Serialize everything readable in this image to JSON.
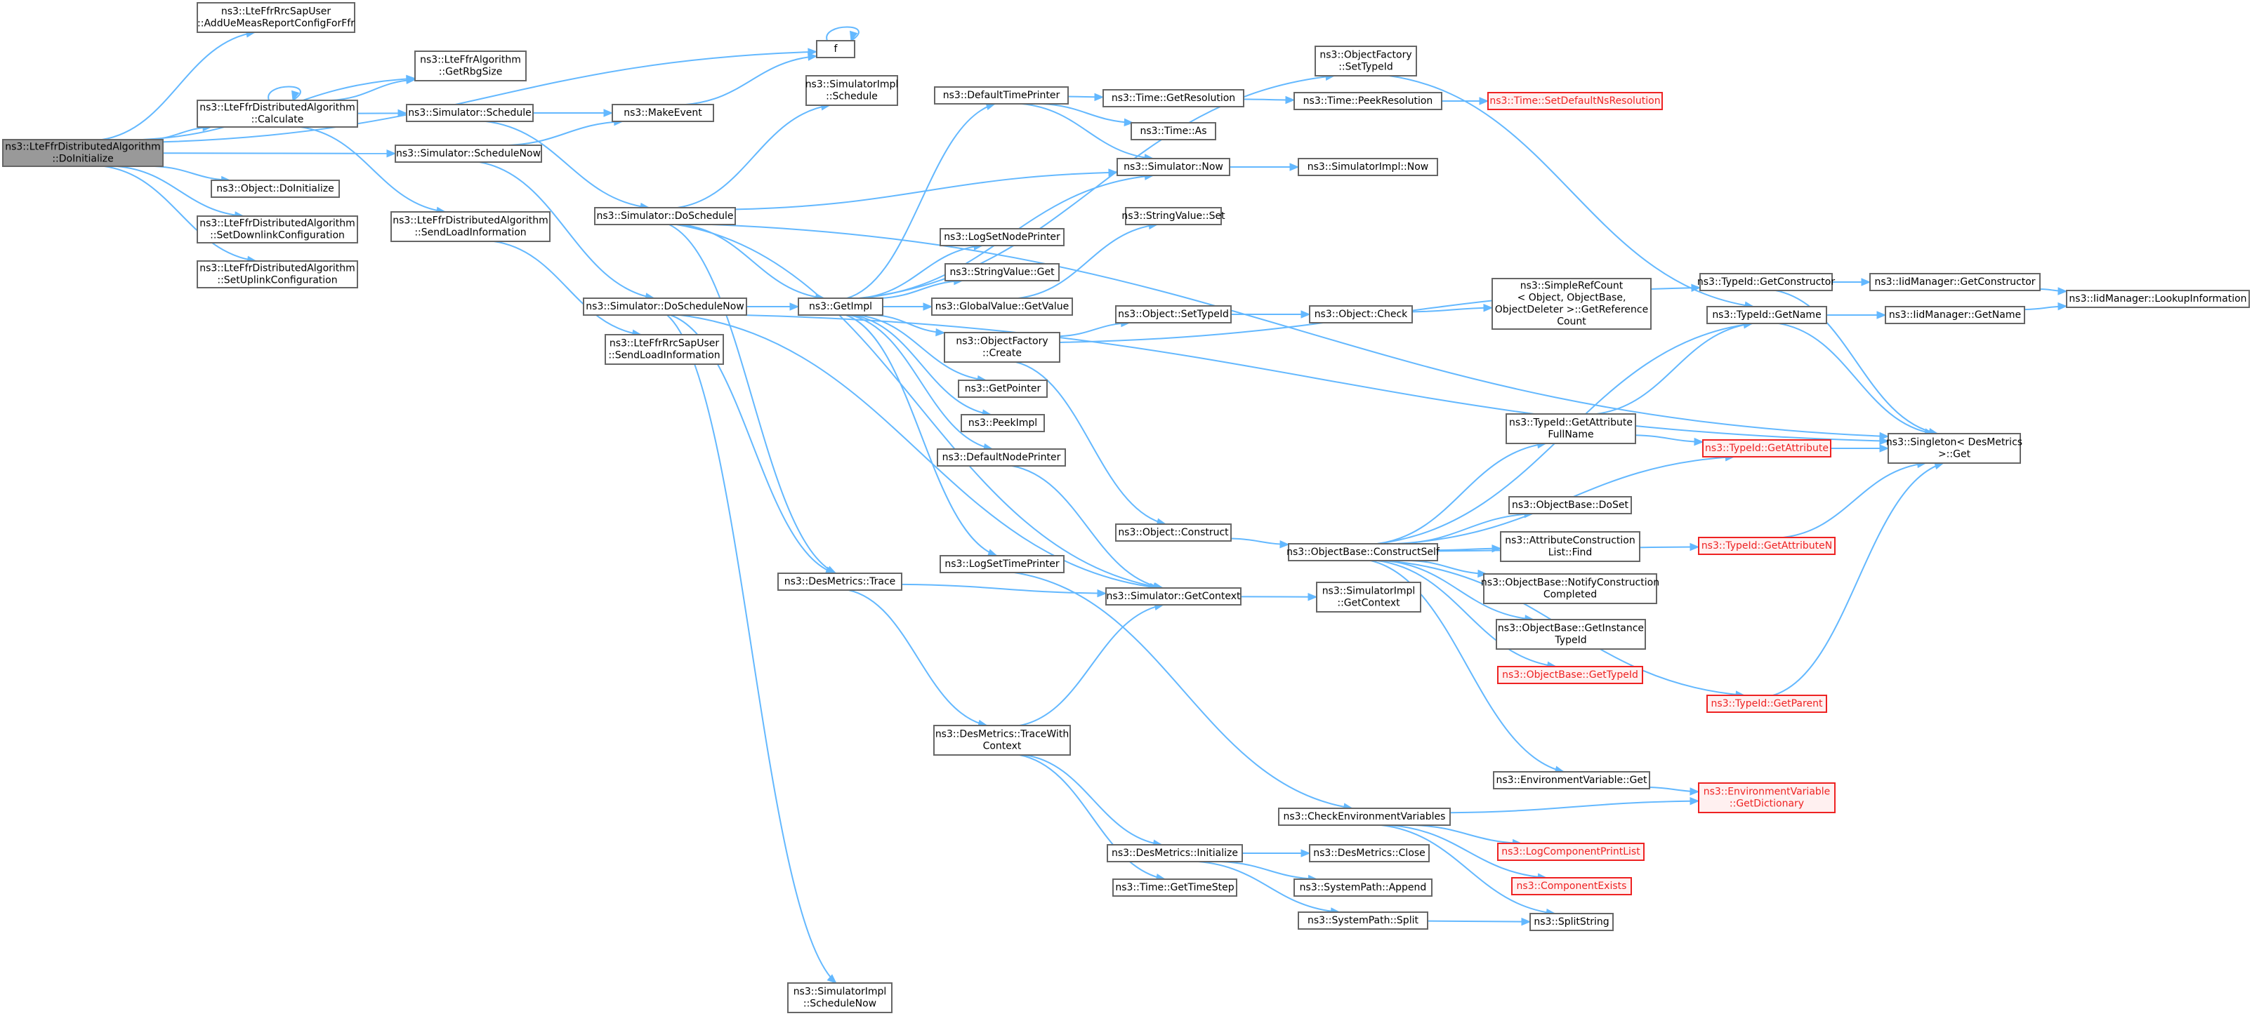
{
  "nodes": [
    {
      "id": "root",
      "lines": [
        "ns3::LteFfrDistributedAlgorithm",
        "::DoInitialize"
      ],
      "style": "root"
    },
    {
      "id": "addue",
      "lines": [
        "ns3::LteFfrRrcSapUser",
        "::AddUeMeasReportConfigForFfr"
      ]
    },
    {
      "id": "getrbg",
      "lines": [
        "ns3::LteFfrAlgorithm",
        "::GetRbgSize"
      ]
    },
    {
      "id": "calc",
      "lines": [
        "ns3::LteFfrDistributedAlgorithm",
        "::Calculate"
      ]
    },
    {
      "id": "schedulenow",
      "lines": [
        "ns3::Simulator::ScheduleNow"
      ]
    },
    {
      "id": "objdoinit",
      "lines": [
        "ns3::Object::DoInitialize"
      ]
    },
    {
      "id": "setdl",
      "lines": [
        "ns3::LteFfrDistributedAlgorithm",
        "::SetDownlinkConfiguration"
      ]
    },
    {
      "id": "setul",
      "lines": [
        "ns3::LteFfrDistributedAlgorithm",
        "::SetUplinkConfiguration"
      ]
    },
    {
      "id": "schedule",
      "lines": [
        "ns3::Simulator::Schedule"
      ]
    },
    {
      "id": "sendload",
      "lines": [
        "ns3::LteFfrDistributedAlgorithm",
        "::SendLoadInformation"
      ]
    },
    {
      "id": "doschedulenow",
      "lines": [
        "ns3::Simulator::DoScheduleNow"
      ]
    },
    {
      "id": "sapsendload",
      "lines": [
        "ns3::LteFfrRrcSapUser",
        "::SendLoadInformation"
      ]
    },
    {
      "id": "f",
      "lines": [
        "f"
      ]
    },
    {
      "id": "makeevent",
      "lines": [
        "ns3::MakeEvent"
      ]
    },
    {
      "id": "implschedule",
      "lines": [
        "ns3::SimulatorImpl",
        "::Schedule"
      ]
    },
    {
      "id": "doschedule",
      "lines": [
        "ns3::Simulator::DoSchedule"
      ]
    },
    {
      "id": "getimpl",
      "lines": [
        "ns3::GetImpl"
      ]
    },
    {
      "id": "destrace",
      "lines": [
        "ns3::DesMetrics::Trace"
      ]
    },
    {
      "id": "implschedulenow",
      "lines": [
        "ns3::SimulatorImpl",
        "::ScheduleNow"
      ]
    },
    {
      "id": "deftimeprinter",
      "lines": [
        "ns3::DefaultTimePrinter"
      ]
    },
    {
      "id": "logsetnode",
      "lines": [
        "ns3::LogSetNodePrinter"
      ]
    },
    {
      "id": "strvalget",
      "lines": [
        "ns3::StringValue::Get"
      ]
    },
    {
      "id": "globalget",
      "lines": [
        "ns3::GlobalValue::GetValue"
      ]
    },
    {
      "id": "objfactcreate",
      "lines": [
        "ns3::ObjectFactory",
        "::Create"
      ]
    },
    {
      "id": "getpointer",
      "lines": [
        "ns3::GetPointer"
      ]
    },
    {
      "id": "peekimpl",
      "lines": [
        "ns3::PeekImpl"
      ]
    },
    {
      "id": "defnodeprinter",
      "lines": [
        "ns3::DefaultNodePrinter"
      ]
    },
    {
      "id": "logsettime",
      "lines": [
        "ns3::LogSetTimePrinter"
      ]
    },
    {
      "id": "tracewith",
      "lines": [
        "ns3::DesMetrics::TraceWith",
        "Context"
      ]
    },
    {
      "id": "objfactsettype",
      "lines": [
        "ns3::ObjectFactory",
        "::SetTypeId"
      ]
    },
    {
      "id": "timegetres",
      "lines": [
        "ns3::Time::GetResolution"
      ]
    },
    {
      "id": "timeas",
      "lines": [
        "ns3::Time::As"
      ]
    },
    {
      "id": "simnow",
      "lines": [
        "ns3::Simulator::Now"
      ]
    },
    {
      "id": "strvalset",
      "lines": [
        "ns3::StringValue::Set"
      ]
    },
    {
      "id": "objsettype",
      "lines": [
        "ns3::Object::SetTypeId"
      ]
    },
    {
      "id": "objconstruct",
      "lines": [
        "ns3::Object::Construct"
      ]
    },
    {
      "id": "simgetctx",
      "lines": [
        "ns3::Simulator::GetContext"
      ]
    },
    {
      "id": "desinit",
      "lines": [
        "ns3::DesMetrics::Initialize"
      ]
    },
    {
      "id": "timegetstep",
      "lines": [
        "ns3::Time::GetTimeStep"
      ]
    },
    {
      "id": "timepeekres",
      "lines": [
        "ns3::Time::PeekResolution"
      ]
    },
    {
      "id": "implnow",
      "lines": [
        "ns3::SimulatorImpl::Now"
      ]
    },
    {
      "id": "objcheck",
      "lines": [
        "ns3::Object::Check"
      ]
    },
    {
      "id": "constructself",
      "lines": [
        "ns3::ObjectBase::ConstructSelf"
      ]
    },
    {
      "id": "implgetctx",
      "lines": [
        "ns3::SimulatorImpl",
        "::GetContext"
      ]
    },
    {
      "id": "checkenv",
      "lines": [
        "ns3::CheckEnvironmentVariables"
      ]
    },
    {
      "id": "desclose",
      "lines": [
        "ns3::DesMetrics::Close"
      ]
    },
    {
      "id": "sysappend",
      "lines": [
        "ns3::SystemPath::Append"
      ]
    },
    {
      "id": "syssplit",
      "lines": [
        "ns3::SystemPath::Split"
      ]
    },
    {
      "id": "setdefns",
      "lines": [
        "ns3::Time::SetDefaultNsResolution"
      ],
      "style": "red"
    },
    {
      "id": "simplerefcount",
      "lines": [
        "ns3::SimpleRefCount",
        "< Object, ObjectBase,",
        "ObjectDeleter >::GetReference",
        "Count"
      ]
    },
    {
      "id": "typegetattrfull",
      "lines": [
        "ns3::TypeId::GetAttribute",
        "FullName"
      ]
    },
    {
      "id": "obdoset",
      "lines": [
        "ns3::ObjectBase::DoSet"
      ]
    },
    {
      "id": "attrfind",
      "lines": [
        "ns3::AttributeConstruction",
        "List::Find"
      ]
    },
    {
      "id": "obnotify",
      "lines": [
        "ns3::ObjectBase::NotifyConstruction",
        "Completed"
      ]
    },
    {
      "id": "obgetinst",
      "lines": [
        "ns3::ObjectBase::GetInstance",
        "TypeId"
      ]
    },
    {
      "id": "obgettype",
      "lines": [
        "ns3::ObjectBase::GetTypeId"
      ],
      "style": "red"
    },
    {
      "id": "envget",
      "lines": [
        "ns3::EnvironmentVariable::Get"
      ]
    },
    {
      "id": "logcomplist",
      "lines": [
        "ns3::LogComponentPrintList"
      ],
      "style": "red"
    },
    {
      "id": "compexists",
      "lines": [
        "ns3::ComponentExists"
      ],
      "style": "red"
    },
    {
      "id": "splitstring",
      "lines": [
        "ns3::SplitString"
      ]
    },
    {
      "id": "typegetctor",
      "lines": [
        "ns3::TypeId::GetConstructor"
      ]
    },
    {
      "id": "typegetname",
      "lines": [
        "ns3::TypeId::GetName"
      ]
    },
    {
      "id": "typegetattr",
      "lines": [
        "ns3::TypeId::GetAttribute"
      ],
      "style": "red"
    },
    {
      "id": "typegetattrn",
      "lines": [
        "ns3::TypeId::GetAttributeN"
      ],
      "style": "red"
    },
    {
      "id": "typegetparent",
      "lines": [
        "ns3::TypeId::GetParent"
      ],
      "style": "red"
    },
    {
      "id": "envgetdict",
      "lines": [
        "ns3::EnvironmentVariable",
        "::GetDictionary"
      ],
      "style": "red"
    },
    {
      "id": "iidgetctor",
      "lines": [
        "ns3::IidManager::GetConstructor"
      ]
    },
    {
      "id": "iidgetname",
      "lines": [
        "ns3::IidManager::GetName"
      ]
    },
    {
      "id": "singleton",
      "lines": [
        "ns3::Singleton< DesMetrics",
        ">::Get"
      ]
    },
    {
      "id": "iidlookup",
      "lines": [
        "ns3::IidManager::LookupInformation"
      ]
    }
  ],
  "edges": [
    [
      "root",
      "addue"
    ],
    [
      "root",
      "getrbg"
    ],
    [
      "root",
      "calc"
    ],
    [
      "root",
      "schedulenow"
    ],
    [
      "root",
      "objdoinit"
    ],
    [
      "root",
      "setdl"
    ],
    [
      "root",
      "setul"
    ],
    [
      "root",
      "f"
    ],
    [
      "calc",
      "calc"
    ],
    [
      "calc",
      "getrbg"
    ],
    [
      "calc",
      "schedule"
    ],
    [
      "calc",
      "sendload"
    ],
    [
      "schedule",
      "makeevent"
    ],
    [
      "schedule",
      "doschedule"
    ],
    [
      "schedulenow",
      "makeevent"
    ],
    [
      "schedulenow",
      "doschedulenow"
    ],
    [
      "sendload",
      "sapsendload"
    ],
    [
      "makeevent",
      "f"
    ],
    [
      "f",
      "f"
    ],
    [
      "doschedule",
      "implschedule"
    ],
    [
      "doschedule",
      "getimpl"
    ],
    [
      "doschedule",
      "destrace"
    ],
    [
      "doschedule",
      "simnow"
    ],
    [
      "doschedule",
      "simgetctx"
    ],
    [
      "doschedule",
      "singleton"
    ],
    [
      "doschedulenow",
      "getimpl"
    ],
    [
      "doschedulenow",
      "destrace"
    ],
    [
      "doschedulenow",
      "implschedulenow"
    ],
    [
      "doschedulenow",
      "simgetctx"
    ],
    [
      "doschedulenow",
      "singleton"
    ],
    [
      "getimpl",
      "deftimeprinter"
    ],
    [
      "getimpl",
      "logsetnode"
    ],
    [
      "getimpl",
      "strvalget"
    ],
    [
      "getimpl",
      "globalget"
    ],
    [
      "getimpl",
      "objfactcreate"
    ],
    [
      "getimpl",
      "getpointer"
    ],
    [
      "getimpl",
      "peekimpl"
    ],
    [
      "getimpl",
      "defnodeprinter"
    ],
    [
      "getimpl",
      "logsettime"
    ],
    [
      "getimpl",
      "objfactsettype"
    ],
    [
      "getimpl",
      "simnow"
    ],
    [
      "destrace",
      "tracewith"
    ],
    [
      "destrace",
      "simgetctx"
    ],
    [
      "tracewith",
      "simgetctx"
    ],
    [
      "tracewith",
      "desinit"
    ],
    [
      "tracewith",
      "timegetstep"
    ],
    [
      "deftimeprinter",
      "timegetres"
    ],
    [
      "deftimeprinter",
      "timeas"
    ],
    [
      "deftimeprinter",
      "simnow"
    ],
    [
      "timegetres",
      "timepeekres"
    ],
    [
      "timepeekres",
      "setdefns"
    ],
    [
      "simnow",
      "implnow"
    ],
    [
      "globalget",
      "strvalset"
    ],
    [
      "objfactcreate",
      "objsettype"
    ],
    [
      "objfactcreate",
      "objconstruct"
    ],
    [
      "objfactcreate",
      "typegetctor"
    ],
    [
      "objsettype",
      "objcheck"
    ],
    [
      "objcheck",
      "simplerefcount"
    ],
    [
      "objconstruct",
      "constructself"
    ],
    [
      "defnodeprinter",
      "simgetctx"
    ],
    [
      "logsettime",
      "checkenv"
    ],
    [
      "simgetctx",
      "implgetctx"
    ],
    [
      "desinit",
      "desclose"
    ],
    [
      "desinit",
      "sysappend"
    ],
    [
      "desinit",
      "syssplit"
    ],
    [
      "syssplit",
      "splitstring"
    ],
    [
      "checkenv",
      "envgetdict"
    ],
    [
      "checkenv",
      "logcomplist"
    ],
    [
      "checkenv",
      "compexists"
    ],
    [
      "checkenv",
      "splitstring"
    ],
    [
      "constructself",
      "typegetattrfull"
    ],
    [
      "constructself",
      "obdoset"
    ],
    [
      "constructself",
      "attrfind"
    ],
    [
      "constructself",
      "obnotify"
    ],
    [
      "constructself",
      "obgetinst"
    ],
    [
      "constructself",
      "obgettype"
    ],
    [
      "constructself",
      "envget"
    ],
    [
      "constructself",
      "typegetname"
    ],
    [
      "constructself",
      "typegetattr"
    ],
    [
      "constructself",
      "typegetattrn"
    ],
    [
      "constructself",
      "typegetparent"
    ],
    [
      "typegetattrfull",
      "typegetname"
    ],
    [
      "typegetattrfull",
      "typegetattr"
    ],
    [
      "envget",
      "envgetdict"
    ],
    [
      "objfactsettype",
      "typegetname"
    ],
    [
      "typegetctor",
      "iidgetctor"
    ],
    [
      "typegetctor",
      "singleton"
    ],
    [
      "typegetname",
      "iidgetname"
    ],
    [
      "typegetname",
      "singleton"
    ],
    [
      "typegetattr",
      "singleton"
    ],
    [
      "typegetattrn",
      "singleton"
    ],
    [
      "typegetparent",
      "singleton"
    ],
    [
      "iidgetctor",
      "iidlookup"
    ],
    [
      "iidgetname",
      "iidlookup"
    ]
  ]
}
